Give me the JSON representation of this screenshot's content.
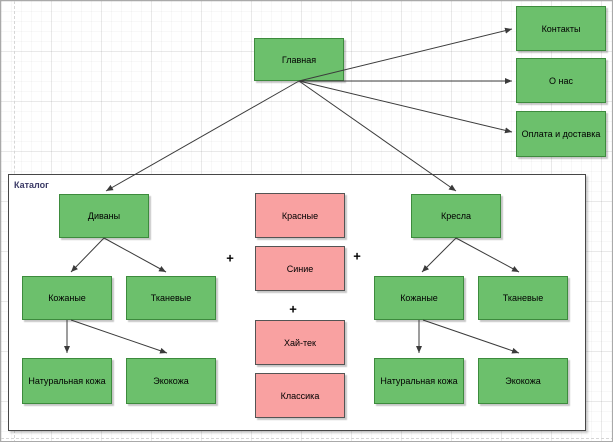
{
  "diagram": {
    "container_label": "Каталог",
    "nodes": {
      "glavnaya": {
        "label": "Главная"
      },
      "kontakty": {
        "label": "Контакты"
      },
      "o_nas": {
        "label": "О нас"
      },
      "oplata": {
        "label": "Оплата и доставка"
      },
      "divany": {
        "label": "Диваны"
      },
      "kozhanye_left": {
        "label": "Кожаные"
      },
      "tkanevye_left": {
        "label": "Тканевые"
      },
      "nat_kozha_left": {
        "label": "Натуральная кожа"
      },
      "ekokozha_left": {
        "label": "Экокожа"
      },
      "krasnye": {
        "label": "Красные"
      },
      "sinie": {
        "label": "Синие"
      },
      "hi_tech": {
        "label": "Хай-тек"
      },
      "klassika": {
        "label": "Классика"
      },
      "kresla": {
        "label": "Кресла"
      },
      "kozhanye_right": {
        "label": "Кожаные"
      },
      "tkanevye_right": {
        "label": "Тканевые"
      },
      "nat_kozha_right": {
        "label": "Натуральная кожа"
      },
      "ekokozha_right": {
        "label": "Экокожа"
      }
    },
    "plus_signs": [
      "+",
      "+",
      "+"
    ],
    "colors": {
      "node_green_fill": "#6cc06c",
      "node_green_border": "#3d8b3d",
      "node_pink_fill": "#f9a1a1",
      "node_pink_border": "#545454",
      "arrow": "#3b3b3b",
      "container_label_text": "#3b3a66",
      "node_text": "#000000",
      "canvas_border": "#a9a9a9"
    }
  }
}
